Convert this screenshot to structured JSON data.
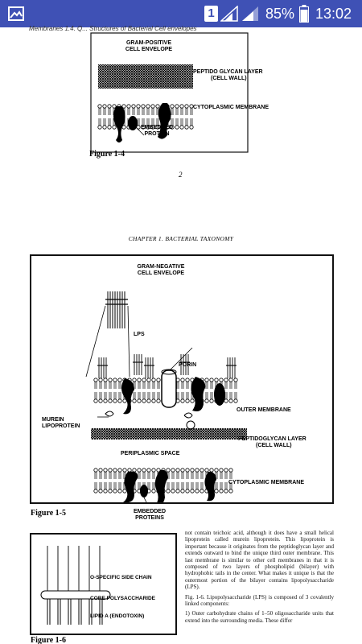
{
  "status_bar": {
    "sim_slot": "1",
    "battery_percent": "85%",
    "time": "13:02",
    "accent_color": "#3f51b5"
  },
  "document": {
    "header_strip": "Membranes   1.4. Q... Structures of Bacterial Cell envelopes",
    "figure_1_4": {
      "title_line1": "GRAM-POSITIVE",
      "title_line2": "CELL ENVELOPE",
      "label_peptidoglycan_1": "PEPTIDO GLYCAN LAYER",
      "label_peptidoglycan_2": "(CELL WALL)",
      "label_cytoplasmic": "CYTOPLASMIC MEMBRANE",
      "label_embedded_1": "EMBEDDED",
      "label_embedded_2": "PROTEIN",
      "caption": "Figure 1-4"
    },
    "page_number": "2",
    "chapter_header": "CHAPTER 1. BACTERIAL TAXONOMY",
    "figure_1_5": {
      "title_line1": "GRAM-NEGATIVE",
      "title_line2": "CELL ENVELOPE",
      "label_lps": "LPS",
      "label_porin": "PORIN",
      "label_outer_membrane": "OUTER MEMBRANE",
      "label_murein_1": "MUREIN",
      "label_murein_2": "LIPOPROTEIN",
      "label_peptidoglycan_1": "PEPTIDOGLYCAN LAYER",
      "label_peptidoglycan_2": "(CELL WALL)",
      "label_periplasmic": "PERIPLASMIC SPACE",
      "label_cytoplasmic": "CYTOPLASMIC MEMBRANE",
      "label_embedded_1": "EMBEDDED",
      "label_embedded_2": "PROTEINS",
      "caption": "Figure 1-5"
    },
    "figure_1_6": {
      "label_side_chain": "O-SPECIFIC SIDE CHAIN",
      "label_core": "CORE POLYSACCHARIDE",
      "label_lipid": "LIPID A (ENDOTOXIN)",
      "caption": "Figure 1-6"
    },
    "body_paragraphs": [
      "not contain teichoic acid, although it does have a small helical lipoprotein called murein lipoprotein. This lipoprotein is important because it originates from the peptidoglycan layer and extends outward to bind the unique third outer membrane. This last membrane is similar to other cell membranes in that it is composed of two layers of phospholipid (bilayer) with hydrophobic tails in the center. What makes it unique is that the outermost portion of the bilayer contains lipopolysaccharide (LPS).",
      "Fig. 1-6. Lipopolysaccharide (LPS) is composed of 3 covalently linked components:",
      "1) Outer carbohydrate chains of 1–50 oligosaccharide units that extend into the surrounding media. These differ"
    ]
  }
}
